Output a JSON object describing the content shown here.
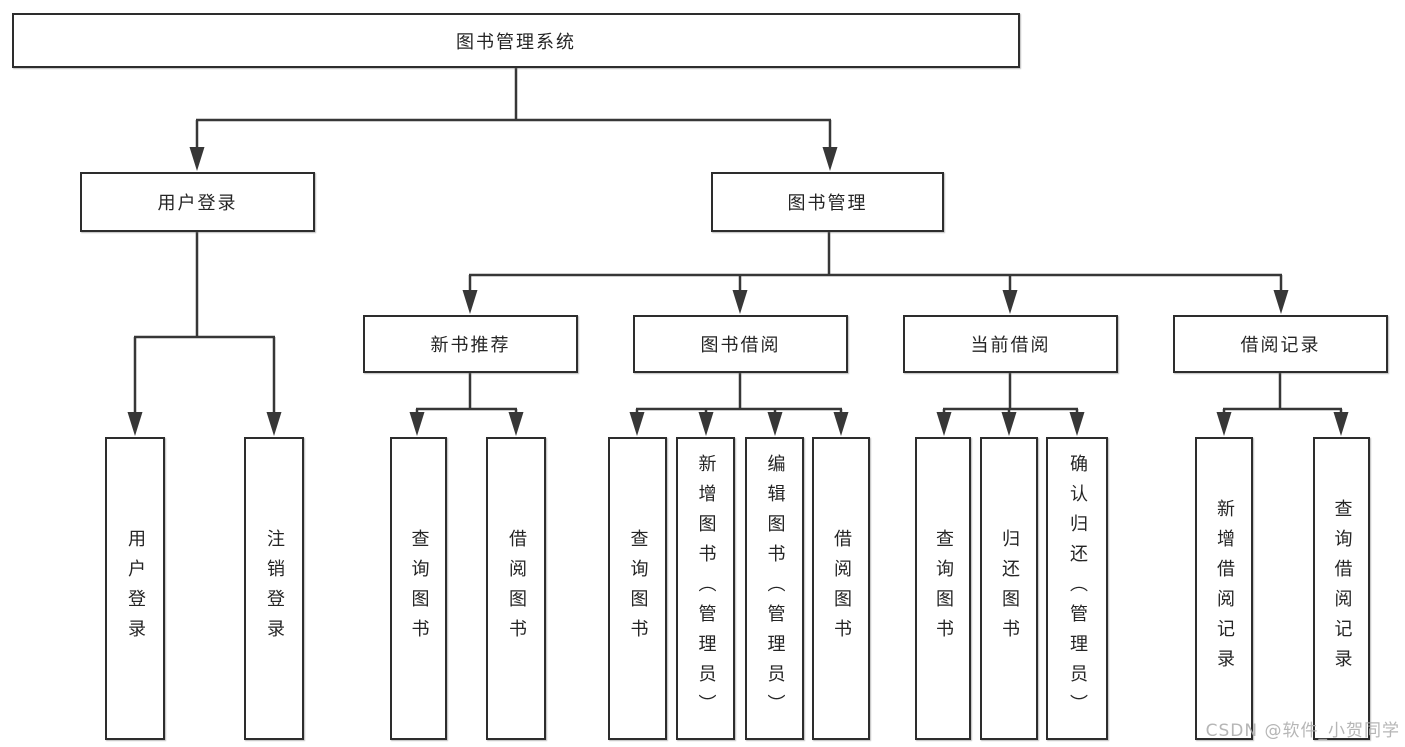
{
  "diagram": {
    "title_note": "functional decomposition tree diagram",
    "root": {
      "label": "图书管理系统"
    },
    "level2": [
      {
        "label": "用户登录"
      },
      {
        "label": "图书管理"
      }
    ],
    "level3": [
      {
        "label": "新书推荐"
      },
      {
        "label": "图书借阅"
      },
      {
        "label": "当前借阅"
      },
      {
        "label": "借阅记录"
      }
    ],
    "leaves": [
      {
        "label": "用户登录"
      },
      {
        "label": "注销登录"
      },
      {
        "label": "查询图书"
      },
      {
        "label": "借阅图书"
      },
      {
        "label": "查询图书"
      },
      {
        "label": "新增图书（管理员）"
      },
      {
        "label": "编辑图书（管理员）"
      },
      {
        "label": "借阅图书"
      },
      {
        "label": "查询图书"
      },
      {
        "label": "归还图书"
      },
      {
        "label": "确认归还（管理员）"
      },
      {
        "label": "新增借阅记录"
      },
      {
        "label": "查询借阅记录"
      }
    ],
    "watermark": "CSDN @软件_小贺同学",
    "colors": {
      "line": "#373737",
      "border": "#2d2d2d",
      "text": "#252525",
      "background": "#ffffff",
      "watermark": "#acacac"
    }
  }
}
